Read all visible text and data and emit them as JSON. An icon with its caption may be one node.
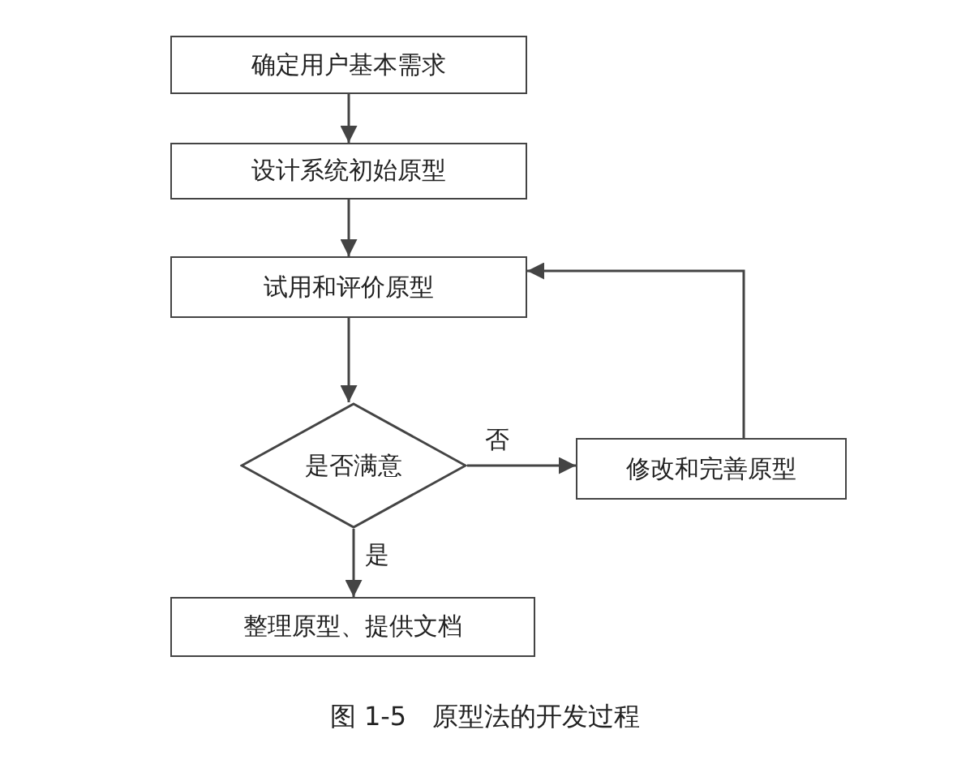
{
  "diagram": {
    "caption": "图 1-5　原型法的开发过程",
    "nodes": [
      {
        "text": [
          "确定用户基本需求"
        ]
      },
      {
        "text": [
          "设计系统初始原型"
        ]
      },
      {
        "text": [
          "试用和评价原型"
        ]
      },
      {
        "text": [
          "是否满意"
        ]
      },
      {
        "text": [
          "修改和完善原型"
        ]
      },
      {
        "text": [
          "整理原型、提供文档"
        ]
      }
    ],
    "edges": [
      {
        "from": 0,
        "to": 1,
        "arrow": "to"
      },
      {
        "from": 1,
        "to": 2,
        "arrow": "to"
      },
      {
        "from": 2,
        "to": 3,
        "arrow": "to"
      },
      {
        "from": 3,
        "to": 4,
        "arrow": "to",
        "label": "否"
      },
      {
        "from": 3,
        "to": 5,
        "arrow": "to",
        "label": "是"
      },
      {
        "from": 4,
        "to": 2,
        "arrow": "to"
      }
    ]
  }
}
